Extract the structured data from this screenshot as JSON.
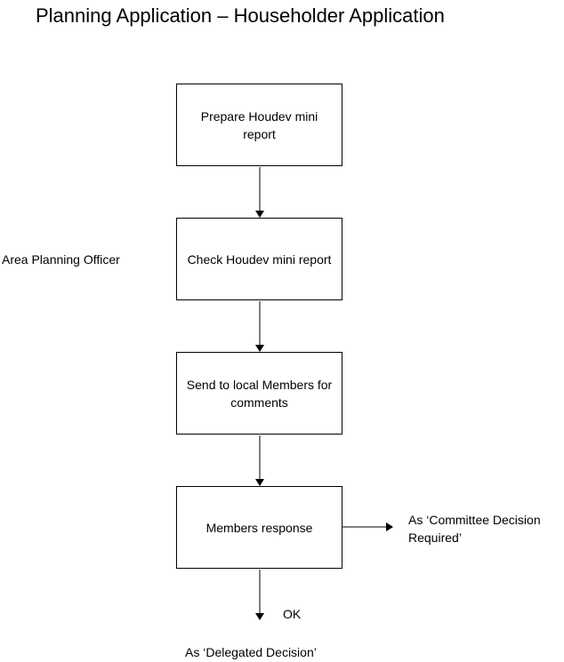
{
  "title": "Planning Application – Householder Application",
  "side_label": "Area Planning Officer",
  "boxes": [
    {
      "text": "Prepare Houdev mini report"
    },
    {
      "text": "Check Houdev mini report"
    },
    {
      "text": "Send to local Members for comments"
    },
    {
      "text": "Members response"
    }
  ],
  "outcomes": {
    "right": "As ‘Committee Decision Required’",
    "down_label": "OK",
    "bottom": "As ‘Delegated Decision’"
  },
  "colors": {
    "line": "#000000",
    "background": "#ffffff"
  }
}
